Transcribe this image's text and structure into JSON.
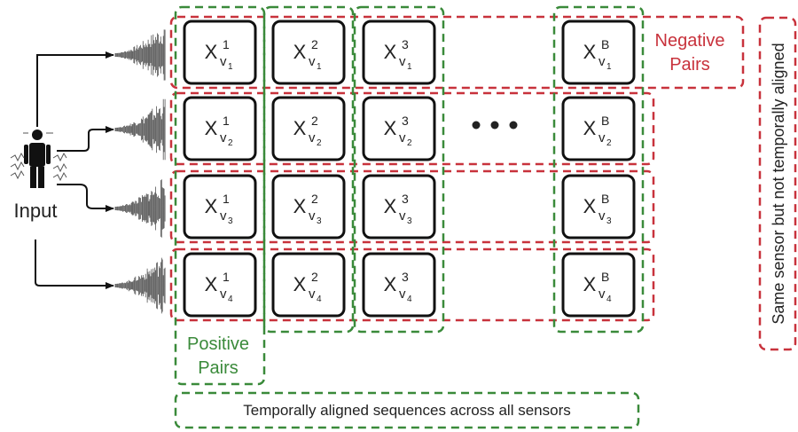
{
  "colors": {
    "positive": "#3a8a3a",
    "negative": "#c8323c",
    "box_stroke": "#111111",
    "text": "#222222",
    "wave": "#555555"
  },
  "input_label": "Input",
  "negative_pairs_label": [
    "Negative",
    "Pairs"
  ],
  "positive_pairs_label": [
    "Positive",
    "Pairs"
  ],
  "side_label": "Same sensor but not temporally aligned",
  "bottom_label": "Temporally aligned sequences across all sensors",
  "ellipsis": "• • •",
  "matrix": {
    "symbol": "X",
    "subscript_base": "v",
    "columns": [
      "1",
      "2",
      "3",
      "B"
    ],
    "rows": [
      "1",
      "2",
      "3",
      "4"
    ]
  },
  "icons": {
    "person": "person-with-sensors-icon",
    "signal": "waveform-icon"
  }
}
